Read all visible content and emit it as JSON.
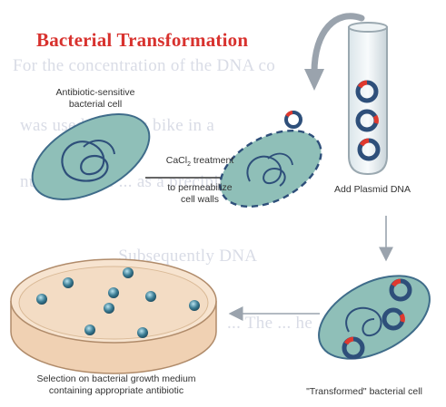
{
  "background_text": [
    "For the concentration of the DNA co",
    "was used. DNA is bike in a",
    "nuclease free ... as a precipitate",
    "... Subsequently DNA",
    "... The ... he"
  ],
  "title": "Bacterial Transformation",
  "labels": {
    "sensitive_cell_line1": "Antibiotic-sensitive",
    "sensitive_cell_line2": "bacterial cell",
    "treatment_line1": "CaCl",
    "treatment_subscript": "2",
    "treatment_line1_rest": " treatment",
    "treatment_line2": "to permeabilize",
    "treatment_line3": "cell walls",
    "add_plasmid": "Add Plasmid DNA",
    "transformed_cell": "\"Transformed\" bacterial cell",
    "selection_line1": "Selection on bacterial growth medium",
    "selection_line2": "containing appropriate antibiotic"
  },
  "colors": {
    "title": "#d8322e",
    "cell_fill": "#8fbfb8",
    "cell_stroke": "#3f6c8a",
    "dna": "#2e4f7a",
    "plasmid_red": "#e0392e",
    "petri_agar": "#f3dcc4",
    "colony": "#3c7d94",
    "arrow": "#9aa3ad"
  }
}
